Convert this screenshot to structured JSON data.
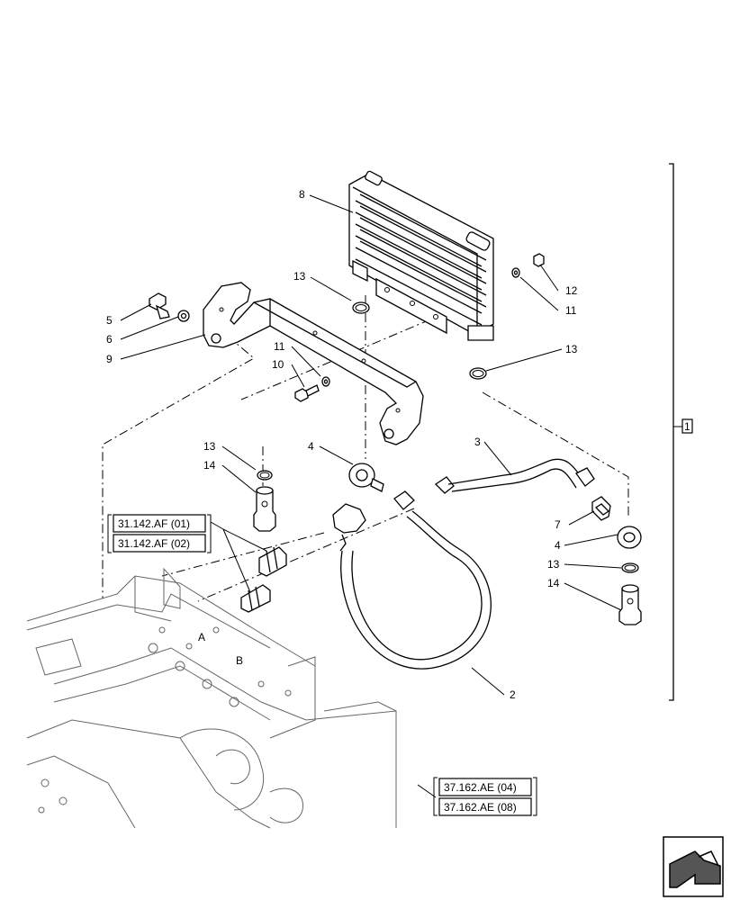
{
  "callouts": {
    "c1": "1",
    "c2": "2",
    "c3": "3",
    "c4a": "4",
    "c4b": "4",
    "c5": "5",
    "c6": "6",
    "c7": "7",
    "c8": "8",
    "c9": "9",
    "c10": "10",
    "c11a": "11",
    "c11b": "11",
    "c12": "12",
    "c13a": "13",
    "c13b": "13",
    "c13c": "13",
    "c13d": "13",
    "c14a": "14",
    "c14b": "14"
  },
  "references": {
    "ref1": "31.142.AF (01)",
    "ref2": "31.142.AF (02)",
    "ref3": "37.162.AE (04)",
    "ref4": "37.162.AE (08)"
  },
  "frame_letters": {
    "a": "A",
    "b": "B"
  },
  "nav_icon": "next-page-arrow-icon"
}
